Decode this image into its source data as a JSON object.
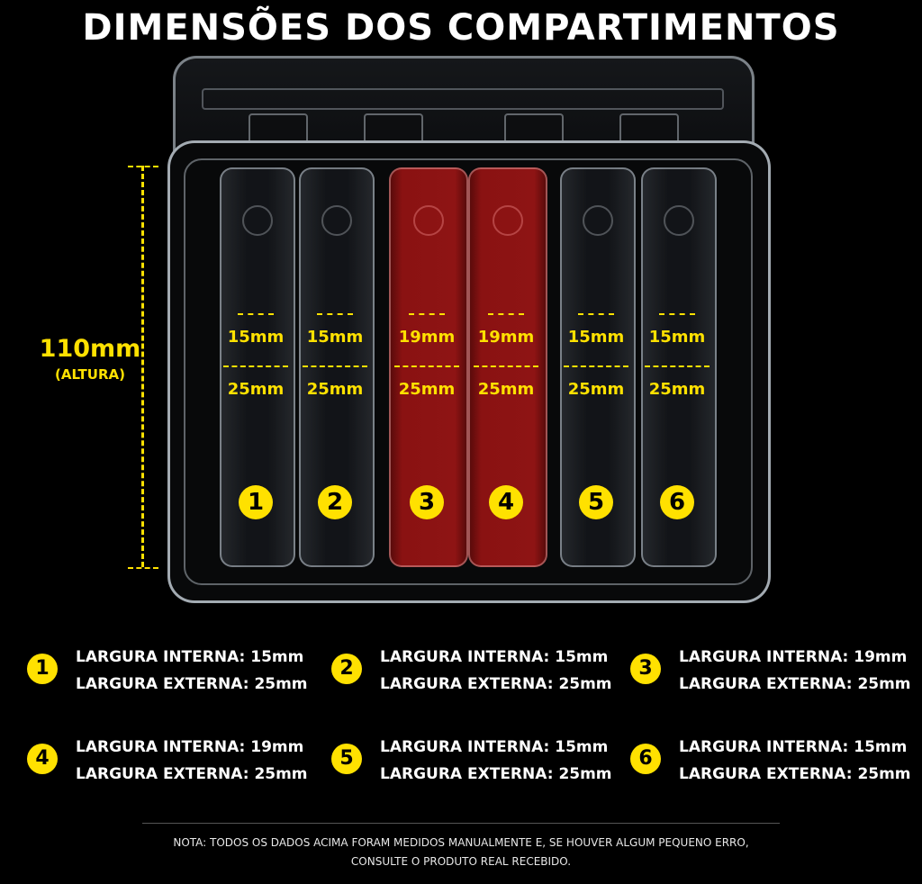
{
  "title": "DIMENSÕES DOS COMPARTIMENTOS",
  "height": {
    "value": "110mm",
    "label": "(ALTURA)"
  },
  "accent_color": "#ffe100",
  "compartments": [
    {
      "number": "1",
      "inner": "15mm",
      "outer": "25mm",
      "color": "black"
    },
    {
      "number": "2",
      "inner": "15mm",
      "outer": "25mm",
      "color": "black"
    },
    {
      "number": "3",
      "inner": "19mm",
      "outer": "25mm",
      "color": "red"
    },
    {
      "number": "4",
      "inner": "19mm",
      "outer": "25mm",
      "color": "red"
    },
    {
      "number": "5",
      "inner": "15mm",
      "outer": "25mm",
      "color": "black"
    },
    {
      "number": "6",
      "inner": "15mm",
      "outer": "25mm",
      "color": "black"
    }
  ],
  "specs": [
    {
      "number": "1",
      "inner_text": "LARGURA INTERNA:  15mm",
      "outer_text": "LARGURA EXTERNA:  25mm"
    },
    {
      "number": "2",
      "inner_text": "LARGURA INTERNA:  15mm",
      "outer_text": "LARGURA EXTERNA:  25mm"
    },
    {
      "number": "3",
      "inner_text": "LARGURA INTERNA:  19mm",
      "outer_text": "LARGURA EXTERNA:  25mm"
    },
    {
      "number": "4",
      "inner_text": "LARGURA INTERNA:  19mm",
      "outer_text": "LARGURA EXTERNA:  25mm"
    },
    {
      "number": "5",
      "inner_text": "LARGURA INTERNA:  15mm",
      "outer_text": "LARGURA EXTERNA:  25mm"
    },
    {
      "number": "6",
      "inner_text": "LARGURA INTERNA:  15mm",
      "outer_text": "LARGURA EXTERNA:  25mm"
    }
  ],
  "note": {
    "line1": "NOTA: TODOS OS DADOS ACIMA FORAM MEDIDOS MANUALMENTE E, SE HOUVER ALGUM PEQUENO ERRO,",
    "line2": "CONSULTE O PRODUTO REAL RECEBIDO."
  }
}
